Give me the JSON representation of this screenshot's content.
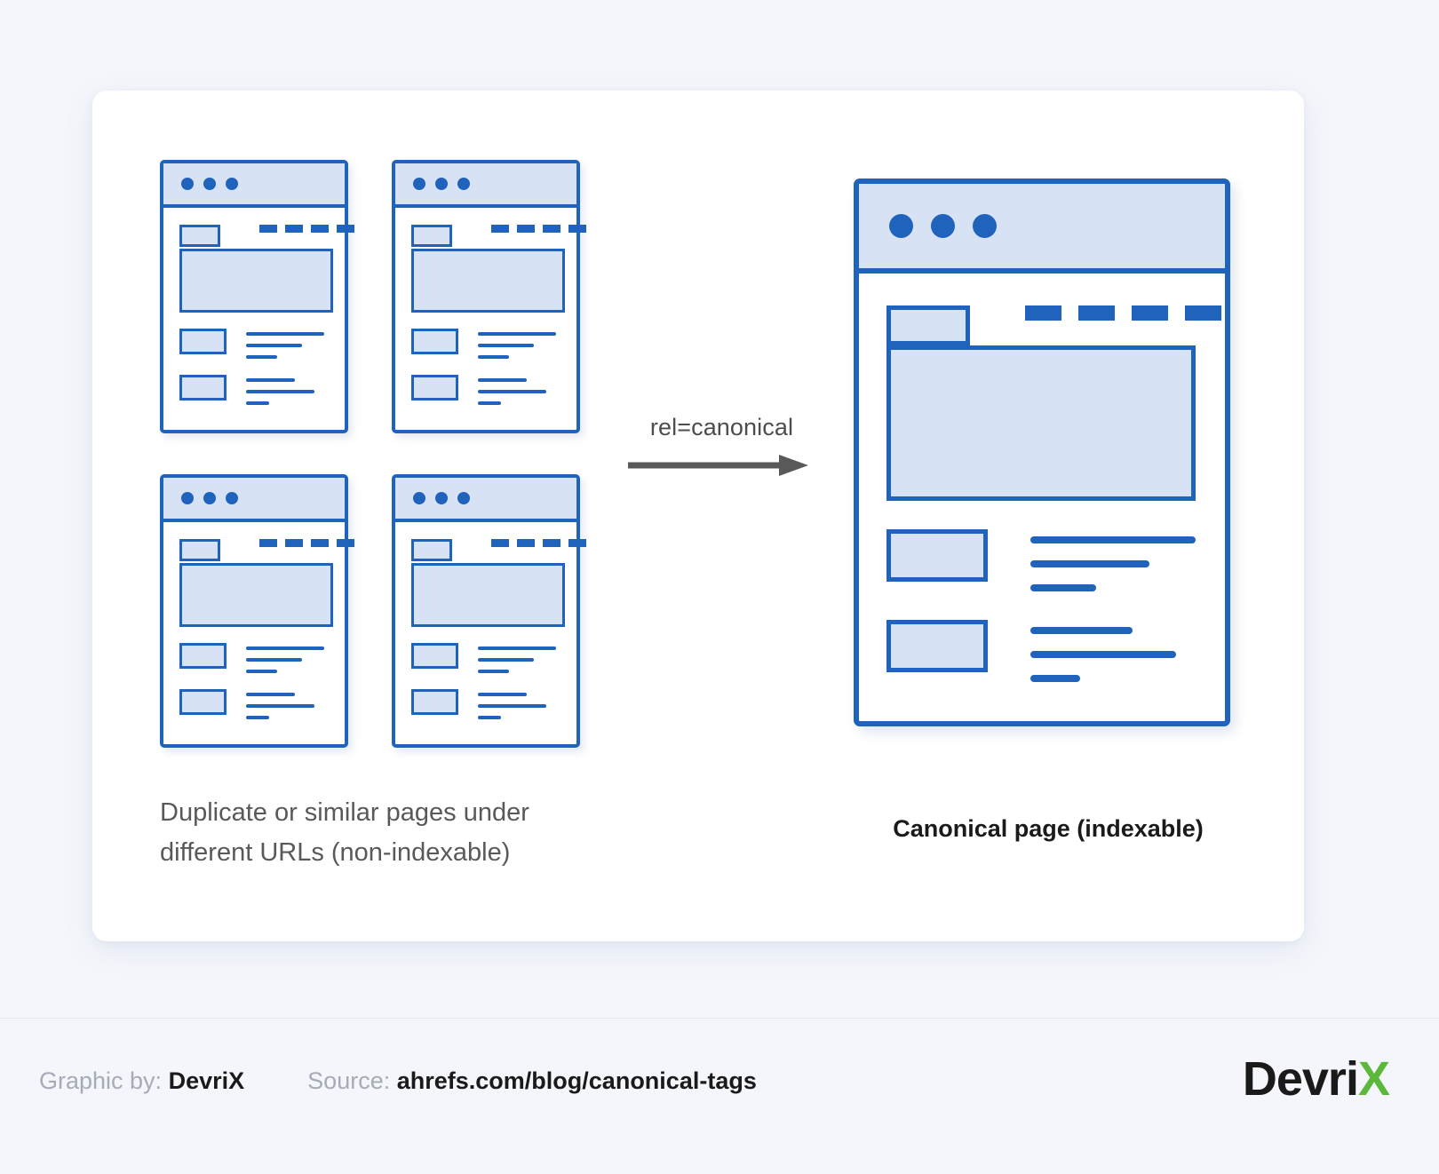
{
  "page": {
    "background_color": "#f4f6fb",
    "panel_color": "#ffffff"
  },
  "colors": {
    "stroke_blue": "#1f63bd",
    "fill_blue": "#d7e3f4",
    "arrow_gray": "#595959",
    "caption_gray": "#595959",
    "brand_green": "#5cb83c",
    "brand_black": "#1a1a1a"
  },
  "diagram": {
    "arrow": {
      "label": "rel=canonical",
      "icon": "arrow-right-icon",
      "direction": "left-to-right"
    },
    "duplicate_pages": {
      "caption_line1": "Duplicate or similar pages under",
      "caption_line2": "different URLs (non-indexable)",
      "count": 4,
      "cards": [
        {
          "name": "duplicate-page-1"
        },
        {
          "name": "duplicate-page-2"
        },
        {
          "name": "duplicate-page-3"
        },
        {
          "name": "duplicate-page-4"
        }
      ]
    },
    "canonical_page": {
      "caption": "Canonical page (indexable)",
      "card": {
        "name": "canonical-page-card"
      }
    },
    "browser_mock": {
      "title_dots": 3,
      "nav_bars": 4,
      "content_rows": 2,
      "line_widths_row1": [
        "100%",
        "72%",
        "40%"
      ],
      "line_widths_row2": [
        "62%",
        "88%",
        "30%"
      ]
    }
  },
  "footer": {
    "graphic_by_label": "Graphic by:",
    "graphic_by_value": "DevriX",
    "source_label": "Source:",
    "source_value": "ahrefs.com/blog/canonical-tags",
    "logo_text": "Devri",
    "logo_accent": "X"
  }
}
